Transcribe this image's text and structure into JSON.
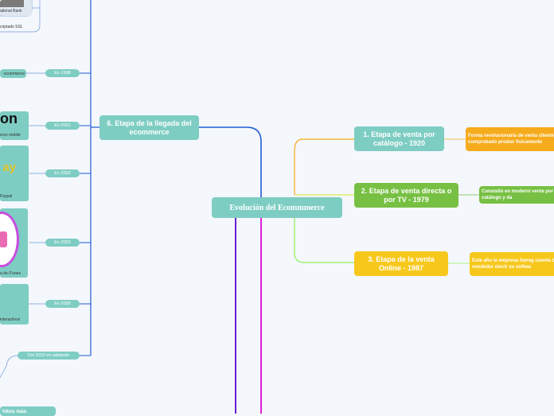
{
  "central": {
    "label": "Evolución del Ecommmerce"
  },
  "right_branches": [
    {
      "label": "1. Etapa de venta por catálogo - 1920",
      "desc": "Forma revolucionaria de venta cliente comprobado produc físicamente"
    },
    {
      "label": "2. Etapa  de venta directa o por TV - 1979",
      "desc": "Consistió en moderni venta por catálogo y da"
    },
    {
      "label": "3. Etapa de la  venta Online - 1987",
      "desc": "Este año la empresa Swreg cuenta de vendedor electr su softwa"
    }
  ],
  "left_branch": {
    "label": "6.  Etapa de la llegada del ecommerce"
  },
  "years": [
    "En 1998",
    "En 2001",
    "En 2002",
    "En 2003",
    "En 2005",
    "Del 2010 en adelante"
  ],
  "leaves": {
    "l1": "ational Bank",
    "l2": "criptado SSL",
    "l3": "ecommerce",
    "l4": "erce mobile",
    "l5": "Paypal",
    "l6": "a de iTunes",
    "l7": "interactivos",
    "bottom": "hitos más"
  },
  "logos": {
    "amazon": "on",
    "ebay": "ay"
  },
  "colors": {
    "teal": "#7ecdc3",
    "green": "#77c043",
    "orange": "#f5ab1b",
    "yellow": "#f7c81c",
    "blue": "#1f5bd1",
    "purple": "#6b1fd6",
    "magenta": "#e01ed8"
  }
}
